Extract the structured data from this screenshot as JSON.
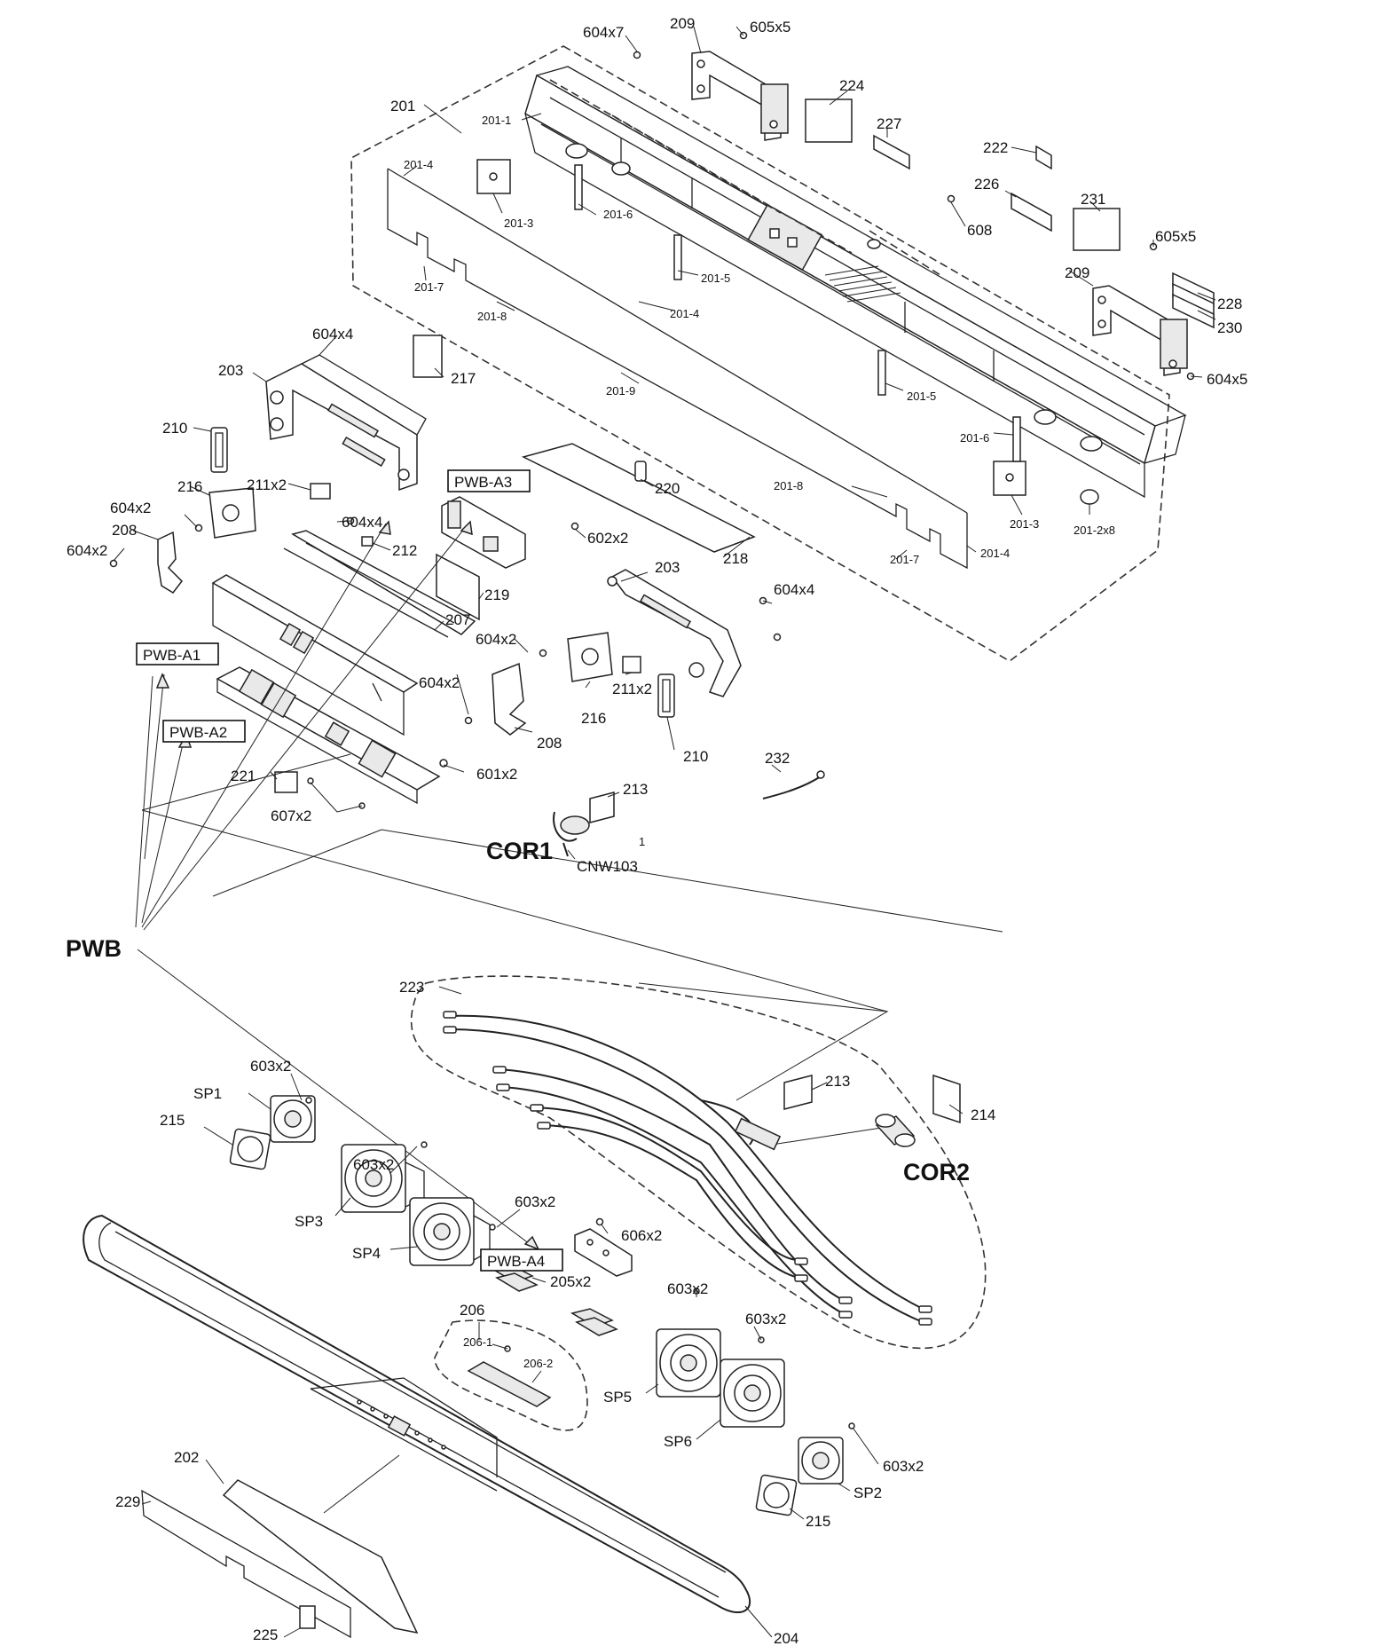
{
  "labels": {
    "l_604x7": "604x7",
    "l_209_top": "209",
    "l_605x5_top": "605x5",
    "l_201": "201",
    "l_201_1": "201-1",
    "l_224": "224",
    "l_227": "227",
    "l_222": "222",
    "l_201_4_a": "201-4",
    "l_201_3_a": "201-3",
    "l_201_6_a": "201-6",
    "l_226": "226",
    "l_231": "231",
    "l_608": "608",
    "l_605x5_r": "605x5",
    "l_201_5_a": "201-5",
    "l_201_7_a": "201-7",
    "l_209_r": "209",
    "l_228": "228",
    "l_230": "230",
    "l_201_8_a": "201-8",
    "l_201_4_b": "201-4",
    "l_604x4_a": "604x4",
    "l_217": "217",
    "l_604x5": "604x5",
    "l_201_9": "201-9",
    "l_201_5_b": "201-5",
    "l_203_a": "203",
    "l_210_a": "210",
    "l_201_6_b": "201-6",
    "l_220": "220",
    "l_201_8_b": "201-8",
    "l_216_a": "216",
    "l_211x2_a": "211x2",
    "l_201_3_b": "201-3",
    "l_604x2_a": "604x2",
    "l_604x4_b": "604x4",
    "l_201_2x8": "201-2x8",
    "l_208_a": "208",
    "l_212": "212",
    "l_602x2": "602x2",
    "l_218": "218",
    "l_201_7_b": "201-7",
    "l_201_4_c": "201-4",
    "l_604x2_b": "604x2",
    "l_203_b": "203",
    "l_219": "219",
    "l_604x4_c": "604x4",
    "l_207": "207",
    "l_604x2_c": "604x2",
    "l_211x2_b": "211x2",
    "l_604x2_d": "604x2",
    "l_216_b": "216",
    "l_208_b": "208",
    "l_210_b": "210",
    "l_232": "232",
    "l_221": "221",
    "l_601x2": "601x2",
    "l_213_a": "213",
    "l_607x2": "607x2",
    "l_1": "1",
    "l_cnw103": "CNW103",
    "l_223": "223",
    "l_603x2_a": "603x2",
    "l_sp1": "SP1",
    "l_213_b": "213",
    "l_214": "214",
    "l_215_a": "215",
    "l_603x2_b": "603x2",
    "l_sp3": "SP3",
    "l_603x2_c": "603x2",
    "l_sp4": "SP4",
    "l_606x2": "606x2",
    "l_205x2": "205x2",
    "l_603x2_d": "603x2",
    "l_206": "206",
    "l_603x2_e": "603x2",
    "l_206_1": "206-1",
    "l_206_2": "206-2",
    "l_sp5": "SP5",
    "l_sp6": "SP6",
    "l_202": "202",
    "l_603x2_f": "603x2",
    "l_229": "229",
    "l_sp2": "SP2",
    "l_215_b": "215",
    "l_225": "225",
    "l_204": "204"
  },
  "boxed_labels": {
    "pwb_a1": "PWB-A1",
    "pwb_a2": "PWB-A2",
    "pwb_a3": "PWB-A3",
    "pwb_a4": "PWB-A4"
  },
  "bold_labels": {
    "cor1": "COR1",
    "cor2": "COR2",
    "pwb": "PWB"
  }
}
